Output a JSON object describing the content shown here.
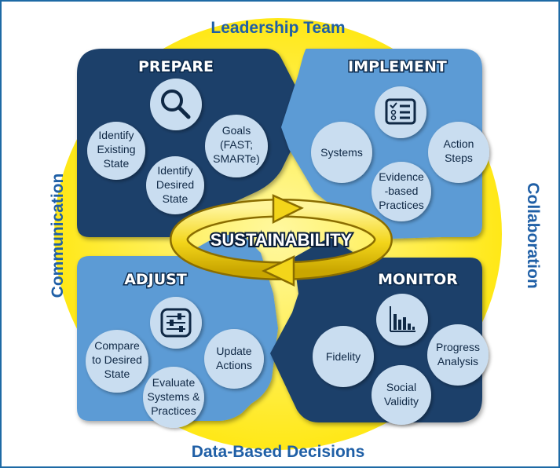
{
  "edges": {
    "top": "Leadership Team",
    "left": "Communication",
    "right": "Collaboration",
    "bottom": "Data-Based Decisions"
  },
  "center": "SUSTAINABILITY",
  "quadrants": {
    "prepare": {
      "title": "PREPARE",
      "icon": "magnifier-icon",
      "items": [
        [
          "Identify",
          "Existing",
          "State"
        ],
        [
          "Goals",
          "(FAST;",
          "SMARTe)"
        ],
        [
          "Identify",
          "Desired",
          "State"
        ]
      ]
    },
    "implement": {
      "title": "IMPLEMENT",
      "icon": "checklist-icon",
      "items": [
        [
          "Systems"
        ],
        [
          "Action",
          "Steps"
        ],
        [
          "Evidence",
          "-based",
          "Practices"
        ]
      ]
    },
    "adjust": {
      "title": "ADJUST",
      "icon": "sliders-icon",
      "items": [
        [
          "Compare",
          "to Desired",
          "State"
        ],
        [
          "Update",
          "Actions"
        ],
        [
          "Evaluate",
          "Systems &",
          "Practices"
        ]
      ]
    },
    "monitor": {
      "title": "MONITOR",
      "icon": "bar-chart-icon",
      "items": [
        [
          "Fidelity"
        ],
        [
          "Progress",
          "Analysis"
        ],
        [
          "Social",
          "Validity"
        ]
      ]
    }
  },
  "colors": {
    "dark_blue": "#1b3f6b",
    "light_blue": "#5b9bd5",
    "circle": "#c9ddf0",
    "yellow": "#ffe817",
    "edge_text": "#1f5fa6"
  }
}
